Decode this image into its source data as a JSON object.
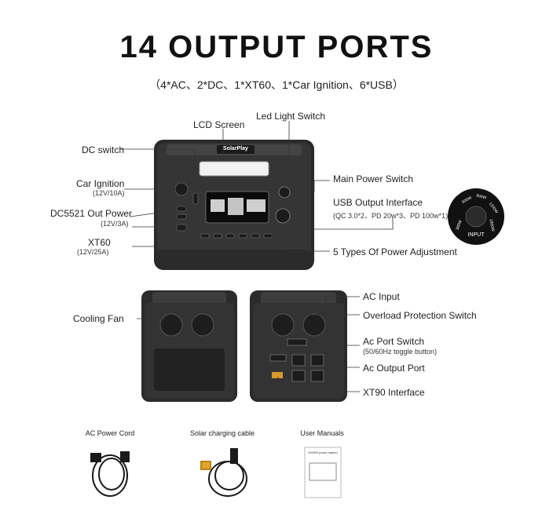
{
  "heading": {
    "title": "14 OUTPUT PORTS",
    "subtitle": "（4*AC、2*DC、1*XT60、1*Car Ignition、6*USB）"
  },
  "front_view": {
    "brand": "SolarPlay",
    "callouts": {
      "lcd_screen": "LCD Screen",
      "led_light_switch": "Led Light Switch",
      "dc_switch": "DC switch",
      "car_ignition": "Car Ignition",
      "car_ignition_spec": "(12V/10A)",
      "dc5521": "DC5521 Out Power",
      "dc5521_spec": "(12V/3A)",
      "xt60": "XT60",
      "xt60_spec": "(12V/25A)",
      "main_power_switch": "Main Power Switch",
      "usb_output": "USB Output Interface",
      "usb_output_spec": "(QC 3.0*2、PD 20w*3、PD 100w*1)",
      "power_adjustment": "5 Types Of Power Adjustment"
    },
    "dial": {
      "center_label": "INPUT",
      "ring_labels": [
        "300W",
        "600W",
        "900W",
        "1200W",
        "1800W"
      ]
    }
  },
  "side_views": {
    "cooling_fan": "Cooling Fan",
    "ac_input": "AC Input",
    "overload_switch": "Overload Protection Switch",
    "ac_port_switch": "Ac Port Switch",
    "ac_port_switch_spec": "(50/60Hz toggle button)",
    "ac_output_port": "Ac Output Port",
    "xt90": "XT90 Interface"
  },
  "accessories": [
    {
      "label": "AC Power Cord",
      "icon": "power-cord-icon"
    },
    {
      "label": "Solar charging cable",
      "icon": "solar-cable-icon"
    },
    {
      "label": "User Manuals",
      "icon": "manual-icon",
      "cover_text": "2400W power station"
    }
  ]
}
